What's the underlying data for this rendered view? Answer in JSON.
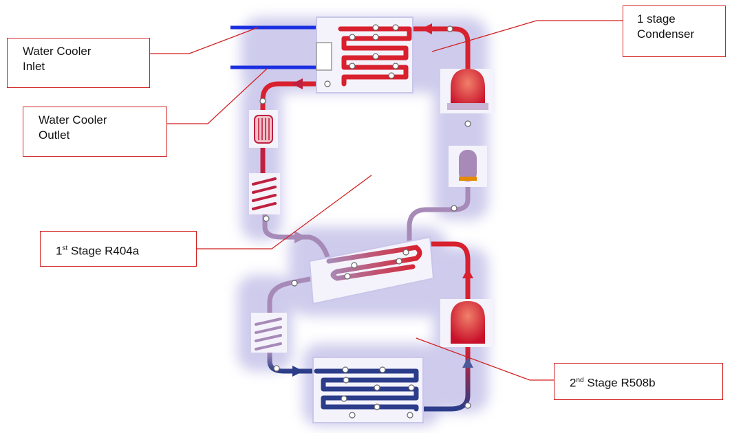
{
  "labels": {
    "water_inlet": {
      "line1": "Water Cooler",
      "line2": "Inlet"
    },
    "water_outlet": {
      "line1": "Water Cooler",
      "line2": "Outlet"
    },
    "condenser": {
      "line1": "1 stage",
      "line2": "Condenser"
    },
    "stage1": {
      "ordinal": "1",
      "suffix": "st",
      "text": " Stage R404a"
    },
    "stage2": {
      "ordinal": "2",
      "suffix": "nd",
      "text": " Stage R508b"
    }
  },
  "colors": {
    "leader_line": "#d22020",
    "water_pipe": "#1a2fe0",
    "hot_refrigerant": "#d8202e",
    "warm_refrigerant": "#b0426a",
    "mid_refrigerant": "#a78ab8",
    "cold_refrigerant": "#2b3d8a",
    "glow": "#c9c6ea"
  }
}
